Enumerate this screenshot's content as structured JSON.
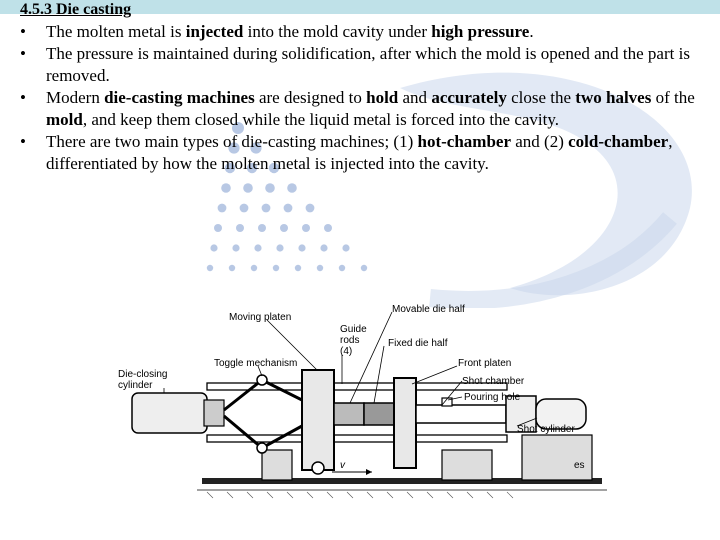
{
  "title": "4.5.3 Die casting",
  "bullets": [
    {
      "parts": [
        {
          "t": "The molten metal is ",
          "b": false
        },
        {
          "t": "injected",
          "b": true
        },
        {
          "t": " into the mold cavity under ",
          "b": false
        },
        {
          "t": "high pressure",
          "b": true
        },
        {
          "t": ".",
          "b": false
        }
      ]
    },
    {
      "parts": [
        {
          "t": "The pressure is maintained during solidification, after which the mold is opened and the part is removed.",
          "b": false
        }
      ]
    },
    {
      "parts": [
        {
          "t": "Modern ",
          "b": false
        },
        {
          "t": "die-casting machines",
          "b": true
        },
        {
          "t": " are designed to ",
          "b": false
        },
        {
          "t": "hold",
          "b": true
        },
        {
          "t": " and ",
          "b": false
        },
        {
          "t": "accurately",
          "b": true
        },
        {
          "t": " close the ",
          "b": false
        },
        {
          "t": "two halves",
          "b": true
        },
        {
          "t": " of the ",
          "b": false
        },
        {
          "t": "mold",
          "b": true
        },
        {
          "t": ", and keep them closed while the liquid metal is forced into the cavity.",
          "b": false
        }
      ]
    },
    {
      "parts": [
        {
          "t": "There are two main types of die-casting machines; (1) ",
          "b": false
        },
        {
          "t": "hot-chamber",
          "b": true
        },
        {
          "t": " and (2) ",
          "b": false
        },
        {
          "t": "cold-chamber",
          "b": true
        },
        {
          "t": ", differentiated by how the molten metal is injected into the cavity.",
          "b": false
        }
      ]
    }
  ],
  "bullet_char": "•",
  "diagram": {
    "labels": {
      "movable_die_half": "Movable die half",
      "moving_platen": "Moving platen",
      "guide": "Guide",
      "rods": "rods",
      "four": "(4)",
      "fixed_die_half": "Fixed die half",
      "toggle_mechanism": "Toggle mechanism",
      "front_platen": "Front platen",
      "shot_chamber": "Shot chamber",
      "die_closing": "Die-closing",
      "cylinder": "cylinder",
      "pouring_hole": "Pouring hole",
      "shot_cylinder": "Shot cylinder",
      "v": "v",
      "es": "es"
    }
  },
  "colors": {
    "band": "#bfe1e8",
    "watermark": "#6f8fc4"
  }
}
